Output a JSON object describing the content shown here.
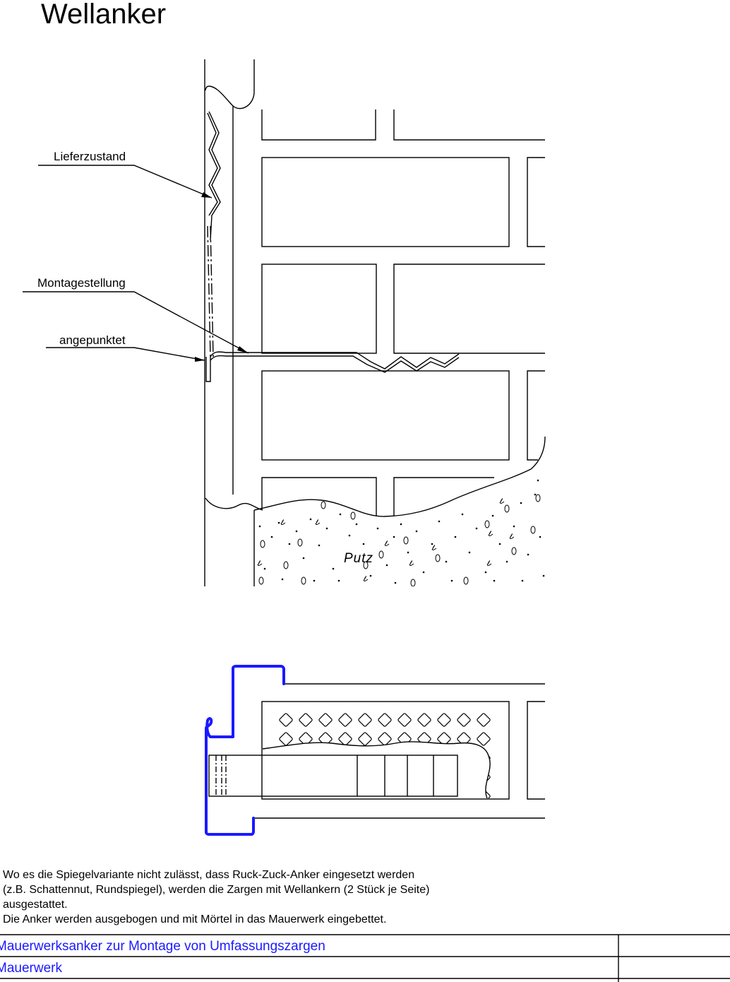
{
  "title": "Wellanker",
  "labels": {
    "lieferzustand": "Lieferzustand",
    "montagestellung": "Montagestellung",
    "angepunktet": "angepunktet",
    "putz": "Putz"
  },
  "description": [
    "Wo es die Spiegelvariante nicht zulässt, dass Ruck-Zuck-Anker eingesetzt werden",
    "(z.B. Schattennut, Rundspiegel), werden die Zargen mit Wellankern (2 Stück je Seite)",
    "ausgestattet.",
    "Die Anker werden ausgebogen und mit Mörtel in das Mauerwerk eingebettet."
  ],
  "table": {
    "row1": "Mauerwerksanker zur Montage von Umfassungszargen",
    "row2": "Mauerwerk"
  },
  "colors": {
    "frame_profile": "#1a1aff",
    "table_text": "#1a1aff",
    "line": "#000000"
  }
}
